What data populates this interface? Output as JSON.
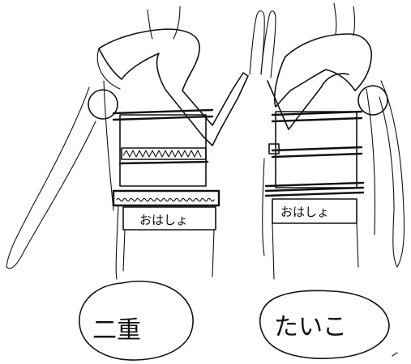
{
  "drawings": [
    {
      "side": "left",
      "band_label": "おはしょ",
      "caption": "二重"
    },
    {
      "side": "right",
      "band_label": "おはしょ",
      "caption": "たいこ"
    }
  ]
}
